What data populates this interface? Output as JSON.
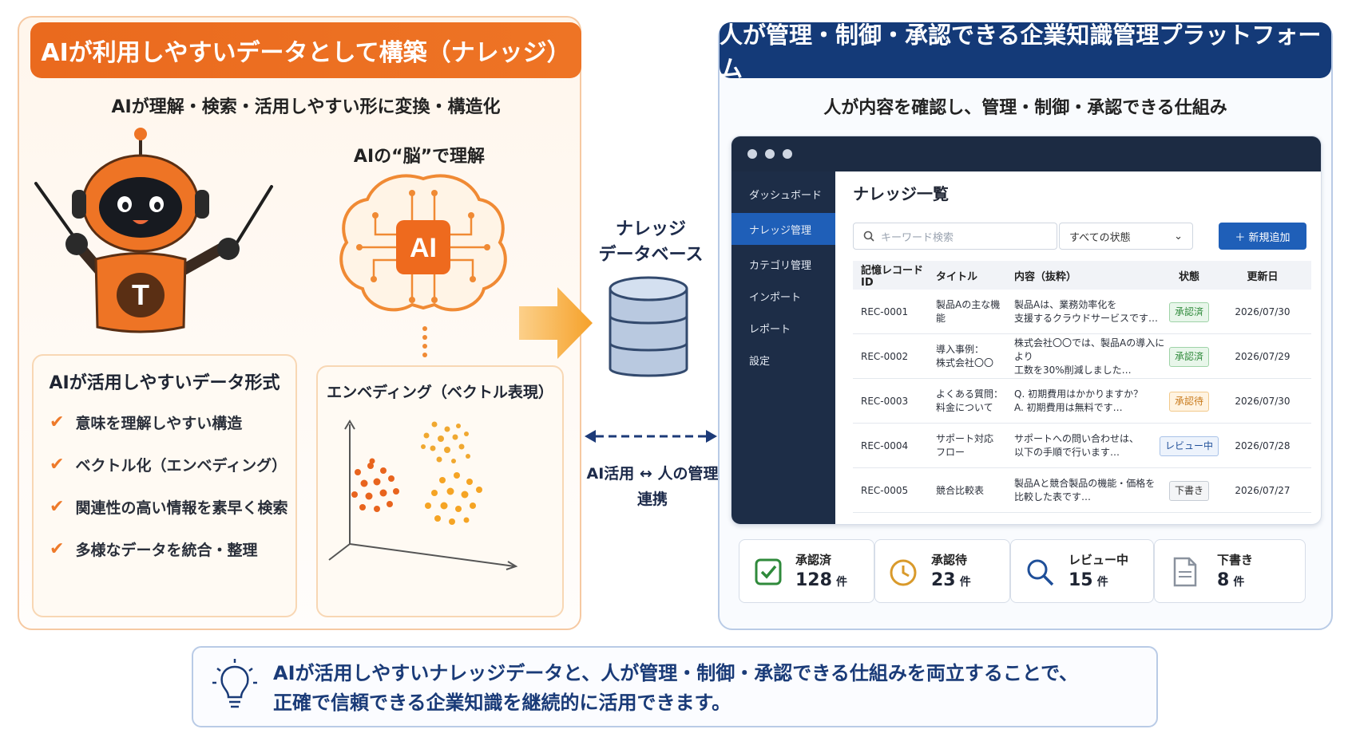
{
  "left": {
    "header": "AIが利用しやすいデータとして構築（ナレッジ）",
    "subtitle": "AIが理解・検索・活用しやすい形に変換・構造化",
    "brain_label": "AIの“脳”で理解",
    "brain_text": "AI",
    "robot_letter": "T",
    "format_title": "AIが活用しやすいデータ形式",
    "format_items": [
      "意味を理解しやすい構造",
      "ベクトル化（エンベディング）",
      "関連性の高い情報を素早く検索",
      "多様なデータを統合・整理"
    ],
    "embed_title": "エンベディング（ベクトル表現）"
  },
  "middle": {
    "db_label_line1": "ナレッジ",
    "db_label_line2": "データベース",
    "link_label_line1": "AI活用 ↔ 人の管理",
    "link_label_line2": "連携"
  },
  "right": {
    "header": "人が管理・制御・承認できる企業知識管理プラットフォーム",
    "subtitle": "人が内容を確認し、管理・制御・承認できる仕組み",
    "app": {
      "nav": [
        "ダッシュボード",
        "ナレッジ管理",
        "カテゴリ管理",
        "インポート",
        "レポート",
        "設定"
      ],
      "active_nav": "ナレッジ管理",
      "title": "ナレッジ一覧",
      "search_placeholder": "キーワード検索",
      "status_select": "すべての状態",
      "add_button": "＋ 新規追加",
      "columns": [
        "記憶レコードID",
        "タイトル",
        "内容（抜粋）",
        "状態",
        "更新日"
      ],
      "rows": [
        {
          "id": "REC-0001",
          "title": "製品Aの主な機能",
          "content1": "製品Aは、業務効率化を",
          "content2": "支援するクラウドサービスです…",
          "status": "承認済",
          "status_type": "approved",
          "date": "2026/07/30"
        },
        {
          "id": "REC-0002",
          "title": "導入事例：",
          "title2": "株式会社〇〇",
          "content1": "株式会社〇〇では、製品Aの導入により",
          "content2": "工数を30%削減しました…",
          "status": "承認済",
          "status_type": "approved",
          "date": "2026/07/29"
        },
        {
          "id": "REC-0003",
          "title": "よくある質問：",
          "title2": "料金について",
          "content1": "Q. 初期費用はかかりますか？",
          "content2": "A. 初期費用は無料です…",
          "status": "承認待",
          "status_type": "pending",
          "date": "2026/07/30"
        },
        {
          "id": "REC-0004",
          "title": "サポート対応",
          "title2": "フロー",
          "content1": "サポートへの問い合わせは、",
          "content2": "以下の手順で行います…",
          "status": "レビュー中",
          "status_type": "review",
          "date": "2026/07/28"
        },
        {
          "id": "REC-0005",
          "title": "競合比較表",
          "content1": "製品Aと競合製品の機能・価格を",
          "content2": "比較した表です…",
          "status": "下書き",
          "status_type": "draft",
          "date": "2026/07/27"
        }
      ]
    },
    "stats": [
      {
        "label": "承認済",
        "value": "128",
        "unit": "件",
        "icon": "check-square-icon",
        "color": "#2f8a3b"
      },
      {
        "label": "承認待",
        "value": "23",
        "unit": "件",
        "icon": "clock-icon",
        "color": "#d99a2b"
      },
      {
        "label": "レビュー中",
        "value": "15",
        "unit": "件",
        "icon": "magnifier-icon",
        "color": "#1f4f99"
      },
      {
        "label": "下書き",
        "value": "8",
        "unit": "件",
        "icon": "document-icon",
        "color": "#8a929e"
      }
    ]
  },
  "footer": {
    "line1": "AIが活用しやすいナレッジデータと、人が管理・制御・承認できる仕組みを両立することで、",
    "line2": "正確で信頼できる企業知識を継続的に活用できます。"
  },
  "colors": {
    "orange": "#ea6a1e",
    "navy": "#143a78",
    "blue": "#1f5fb8"
  }
}
